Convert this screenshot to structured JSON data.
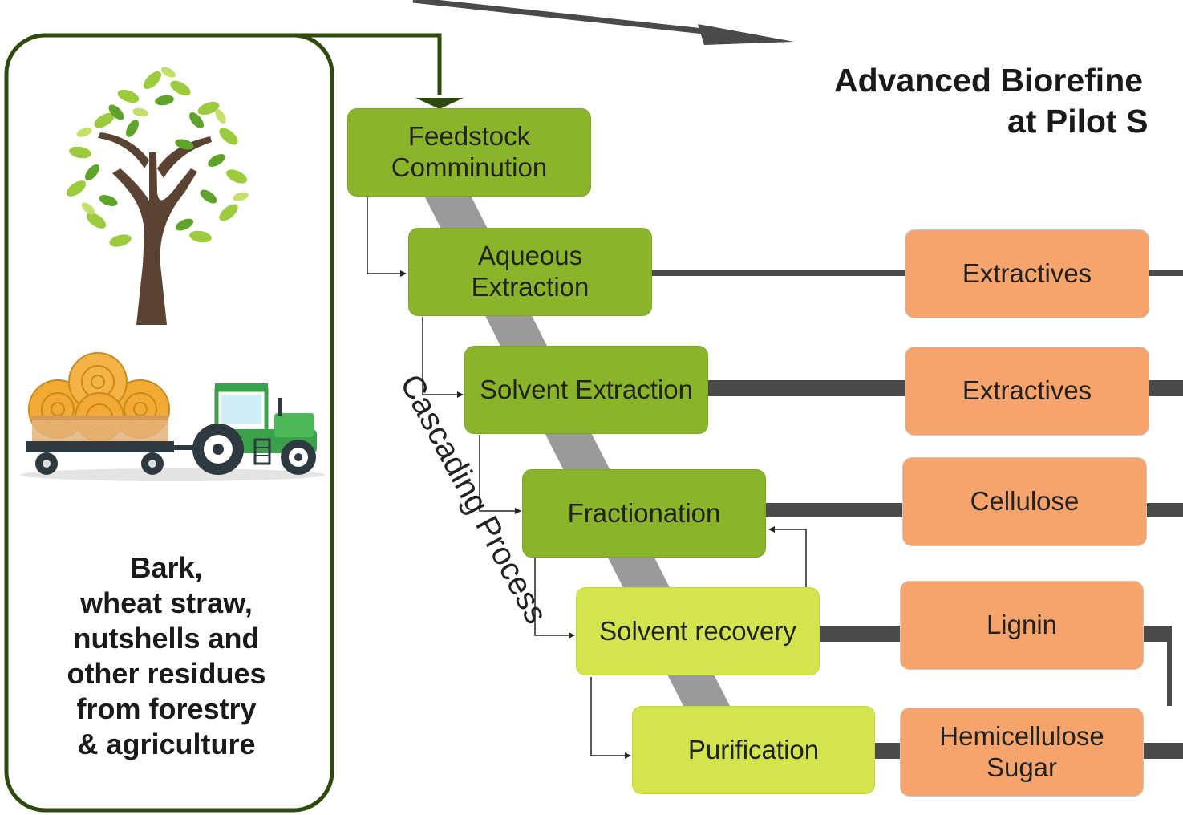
{
  "title": {
    "line1": "Advanced Biorefine",
    "line2": "at Pilot S"
  },
  "source": {
    "text": "Bark,\nwheat straw,\nnutshells and\nother residues\nfrom forestry\n& agriculture",
    "lines": [
      "Bark,",
      "wheat straw,",
      "nutshells and",
      "other residues",
      "from forestry",
      "& agriculture"
    ]
  },
  "cascade_label": "Cascading Process",
  "process_steps": [
    {
      "label": "Feedstock Comminution"
    },
    {
      "label": "Aqueous Extraction"
    },
    {
      "label": "Solvent Extraction"
    },
    {
      "label": "Fractionation"
    },
    {
      "label": "Solvent recovery"
    },
    {
      "label": "Purification"
    }
  ],
  "products": [
    {
      "label": "Extractives"
    },
    {
      "label": "Extractives"
    },
    {
      "label": "Cellulose"
    },
    {
      "label": "Lignin"
    },
    {
      "label": "Hemicellulose Sugar"
    }
  ],
  "colors": {
    "step_green": "#8ab52b",
    "step_lime": "#d2e54f",
    "product_orange": "#f7a46c",
    "frame_dark_green": "#2e4a0e",
    "connector_gray": "#4a4a4a",
    "cascade_band": "#9a9a9a"
  },
  "icons": [
    "tree-icon",
    "hay-trailer-tractor-icon"
  ]
}
